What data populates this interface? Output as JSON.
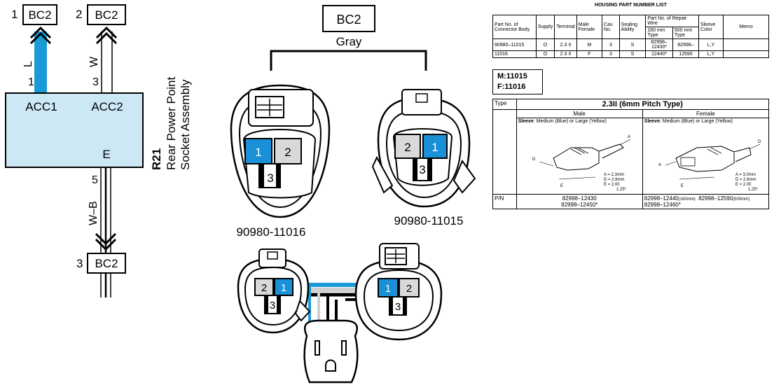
{
  "left_wiring": {
    "top_connectors": [
      {
        "pin": "1",
        "connector": "BC2",
        "wire_color": "L",
        "socket_pin": "1"
      },
      {
        "pin": "2",
        "connector": "BC2",
        "wire_color": "W",
        "socket_pin": "3"
      }
    ],
    "component": {
      "terminals": [
        "ACC1",
        "ACC2",
        "E"
      ],
      "ref": "R21",
      "name_line1": "Rear Power Point",
      "name_line2": "Socket Assembly"
    },
    "bottom": {
      "socket_pin": "5",
      "wire_color": "W–B",
      "pin": "3",
      "connector": "BC2"
    }
  },
  "connector_views": {
    "title": "BC2",
    "color": "Gray",
    "left": {
      "part_no": "90980-11016",
      "pins": [
        "1",
        "2",
        "3"
      ]
    },
    "right": {
      "part_no": "90980-11015",
      "pins": [
        "2",
        "1",
        "3"
      ]
    },
    "bottom_left_pins": [
      "2",
      "1",
      "3"
    ],
    "bottom_right_pins": [
      "1",
      "2",
      "3"
    ]
  },
  "housing_table": {
    "title": "HOUSING PART NUMBER LIST",
    "headers": [
      "Part No. of Connector Body",
      "Supply",
      "Terminal",
      "Male Female",
      "Cav. No.",
      "Sealing Ability",
      "Part No. of Repair Wire",
      "Sleeve Color",
      "Memo"
    ],
    "subheaders": [
      "160 mm Type",
      "500 mm Type"
    ],
    "rows": [
      [
        "90980–11015",
        "O",
        "2.3 II",
        "M",
        "3",
        "S",
        "82998–12430*",
        "82998–",
        "L,Y",
        ""
      ],
      [
        "11016",
        "O",
        "2.3 II",
        "F",
        "3",
        "S",
        "12440*",
        "12590",
        "L,Y",
        ""
      ]
    ]
  },
  "mf_box": {
    "line1": "M:11015",
    "line2": "F:11016"
  },
  "terminal_table": {
    "type_label": "Type",
    "type_value": "2.3II (6mm Pitch Type)",
    "male_label": "Male",
    "female_label": "Female",
    "sleeve_label": "Sleeve",
    "sleeve_text": ": Medium (Blue) or Large (Yellow)",
    "male_dims": [
      "A = 2.3mm",
      "D = 2.6mm",
      "E = 2.00",
      "1.25*"
    ],
    "female_dims": [
      "A = 3.0mm",
      "D = 2.6mm",
      "E = 2.00",
      "1.25*"
    ],
    "pn_label": "P/N",
    "male_pn": [
      "82998–12430",
      "82998–12450*"
    ],
    "female_pn_line1a": "82998–12440",
    "female_pn_line1a_unit": "(160mm)",
    "female_pn_line1b": "82998–12590",
    "female_pn_line1b_unit": "(500mm)",
    "female_pn_line2": "82998–12460*"
  },
  "colors": {
    "blue_wire": "#1a9ad6",
    "module_fill": "#cde8f5",
    "pin_blue": "#1a90d8",
    "pin_gray": "#d9d9d9"
  }
}
